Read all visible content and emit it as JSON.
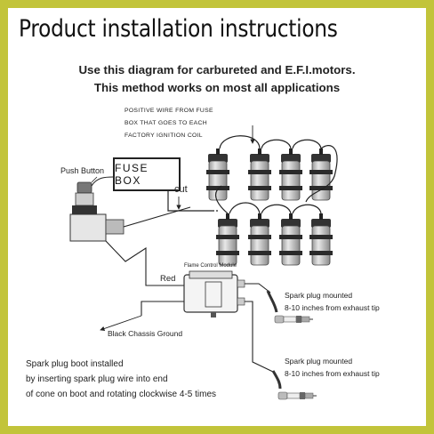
{
  "title": "Product installation instructions",
  "subtitle_lines": [
    "Use this diagram for carbureted and E.F.I.motors.",
    "This method works on most all applications"
  ],
  "positive_wire_note": [
    "POSITIVE WIRE FROM FUSE",
    "BOX THAT GOES TO EACH",
    "FACTORY IGNITION COIL"
  ],
  "push_button_label": "Push Button",
  "fuse_box_label": "FUSE  BOX",
  "cut_label": "cut",
  "module_label": "Flame Control Module",
  "red_wire_label": "Red",
  "ground_label": "Black Chassis Ground",
  "spark_plug_top": [
    "Spark plug mounted",
    "8-10 inches from exhaust tip"
  ],
  "spark_plug_bottom": [
    "Spark plug mounted",
    "8-10 inches from exhaust tip"
  ],
  "boot_note": [
    "Spark plug boot installed",
    "by inserting spark plug wire into end",
    "of cone on boot and rotating clockwise 4-5 times"
  ],
  "colors": {
    "frame": "#c2c43a",
    "panel": "#ffffff",
    "ink": "#222222"
  }
}
